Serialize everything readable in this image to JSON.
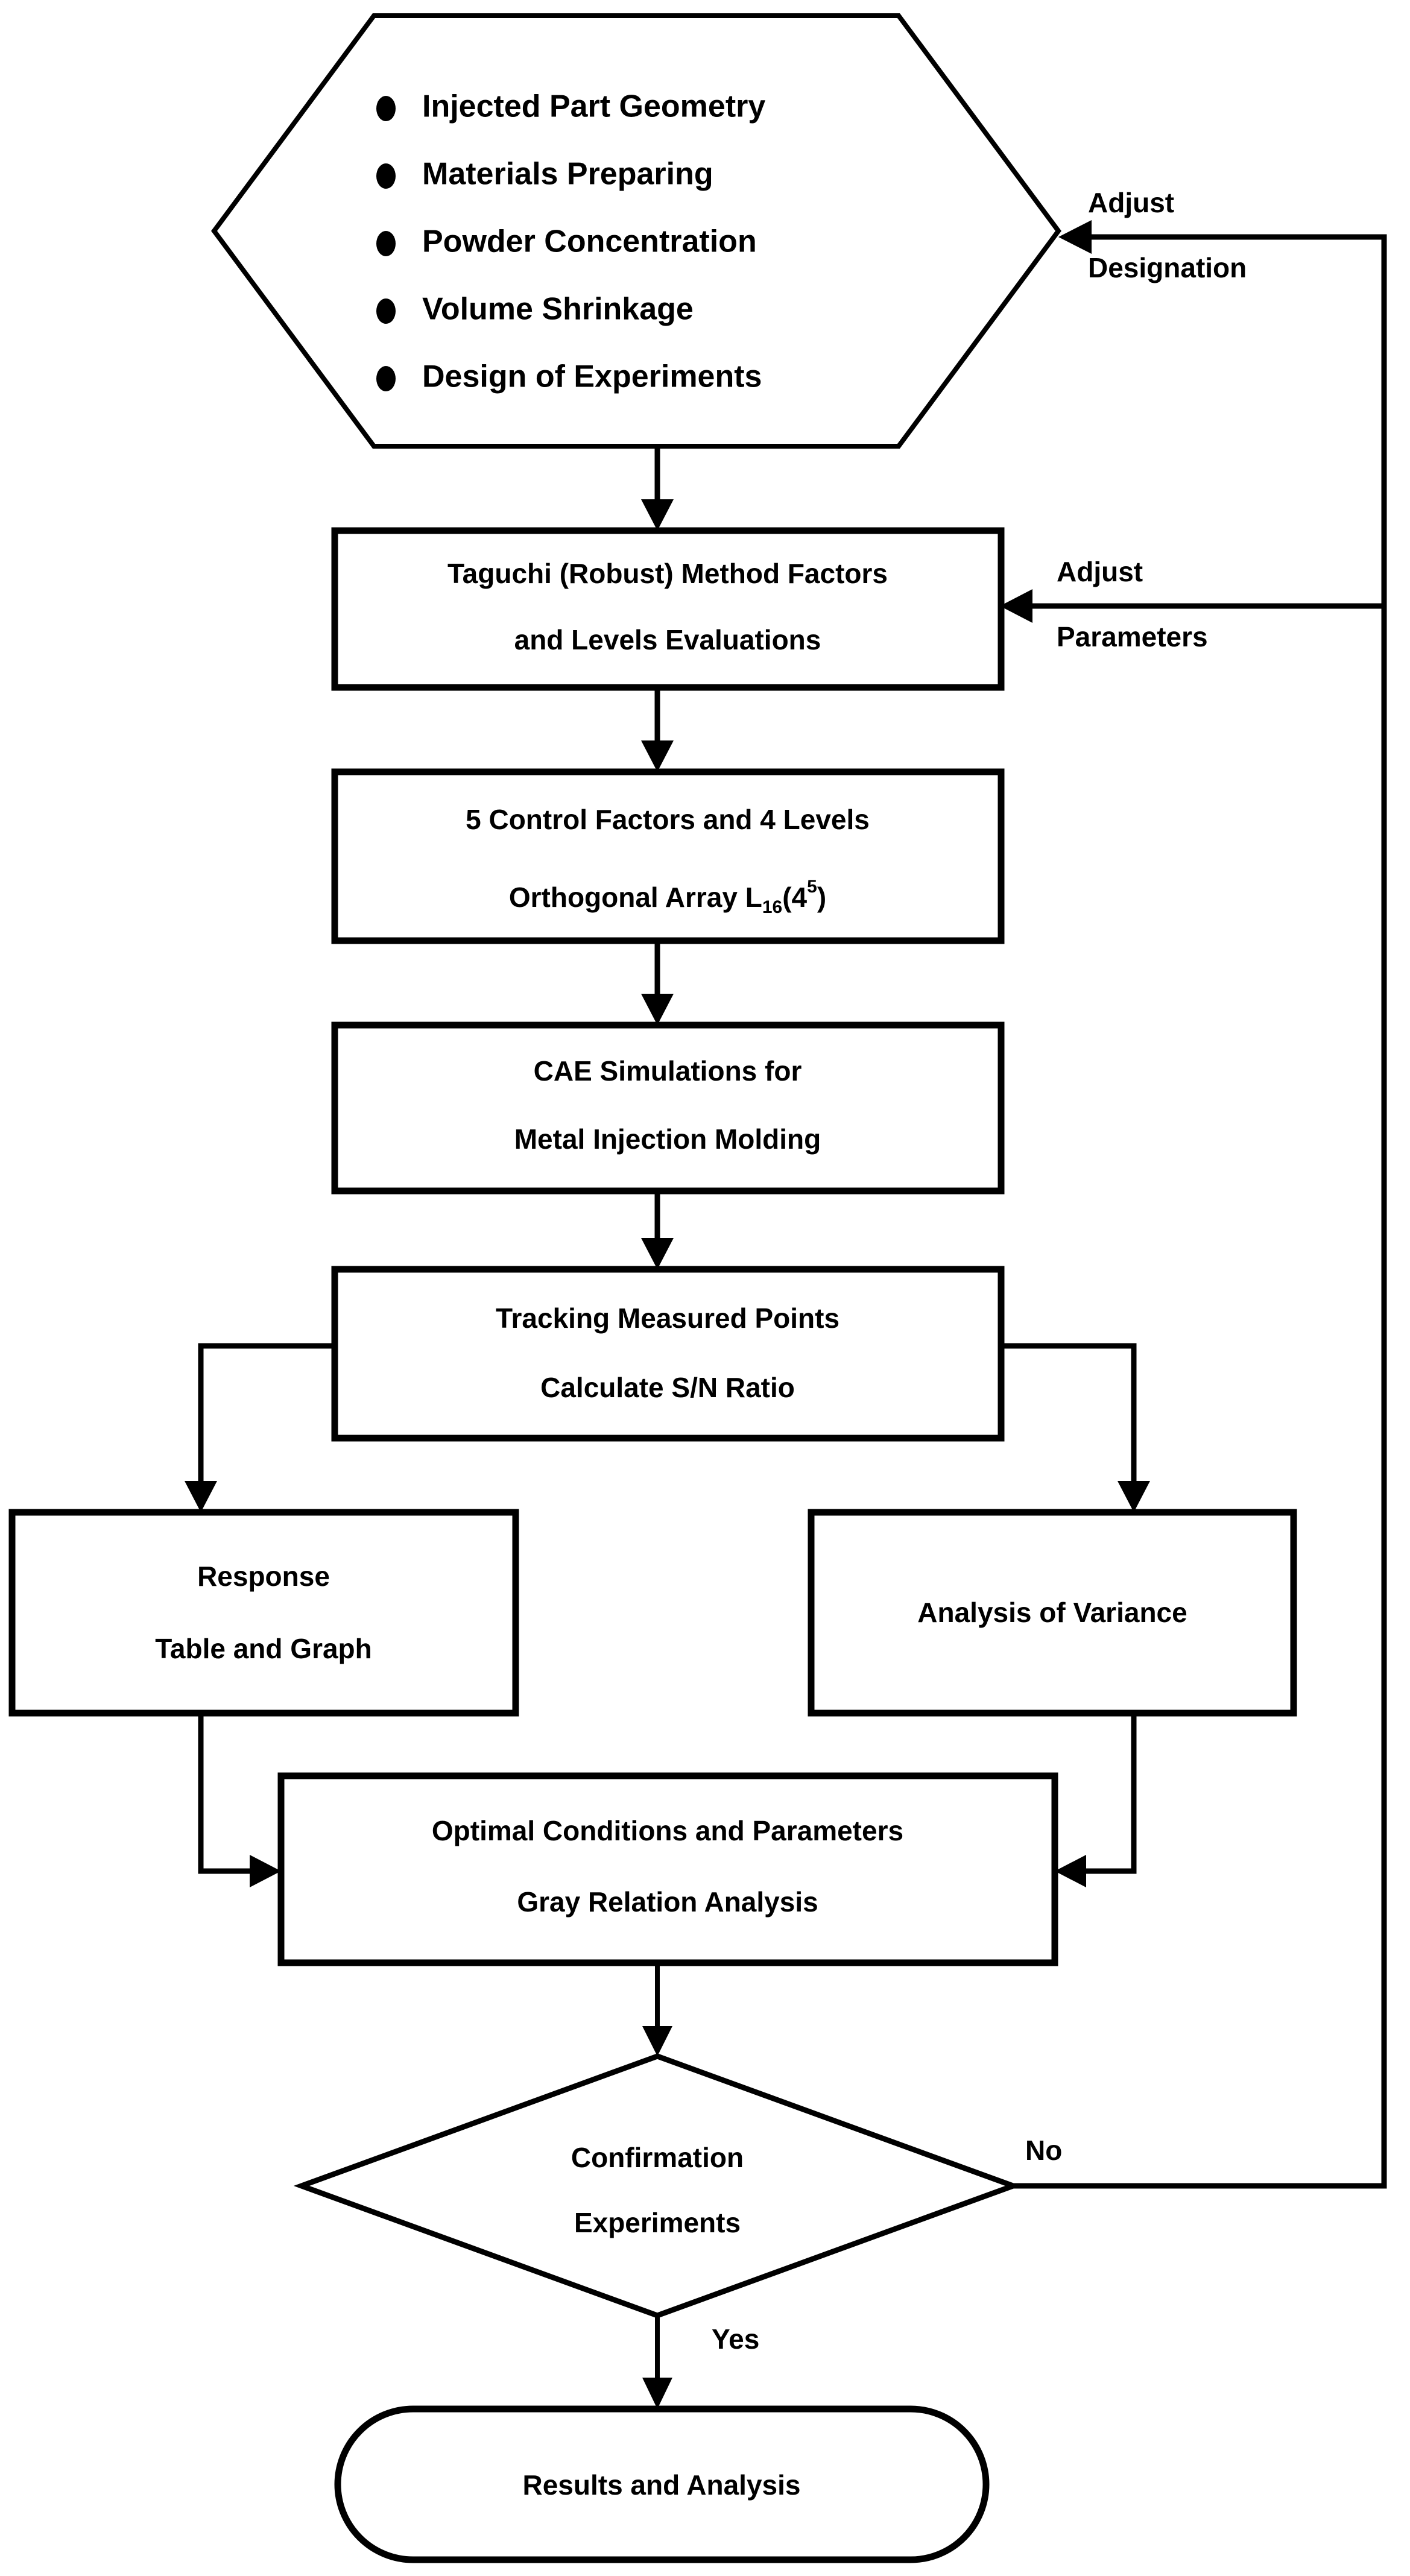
{
  "diagram": {
    "title": "Taguchi Robust Design Flowchart for Metal Injection Molding",
    "type": "flowchart",
    "background_color": "#ffffff",
    "line_color": "#000000",
    "text_color": "#000000"
  },
  "nodes": {
    "inputs": {
      "shape": "hexagon",
      "items": [
        "Injected Part Geometry",
        "Materials Preparing",
        "Powder Concentration",
        "Volume Shrinkage",
        "Design of Experiments"
      ]
    },
    "taguchi": {
      "shape": "rectangle",
      "line1": "Taguchi (Robust) Method Factors",
      "line2": "and Levels Evaluations"
    },
    "orthogonal_array": {
      "shape": "rectangle",
      "line1": "5 Control Factors and 4 Levels",
      "line2_prefix": "Orthogonal Array L",
      "line2_subscript": "16",
      "line2_mid": "(4",
      "line2_superscript": "5",
      "line2_suffix": ")"
    },
    "cae": {
      "shape": "rectangle",
      "line1": "CAE Simulations for",
      "line2": "Metal Injection Molding"
    },
    "tracking": {
      "shape": "rectangle",
      "line1": "Tracking Measured Points",
      "line2": "Calculate S/N Ratio"
    },
    "response": {
      "shape": "rectangle",
      "line1": "Response",
      "line2": "Table and Graph"
    },
    "anova": {
      "shape": "rectangle",
      "line1": "Analysis of Variance"
    },
    "optimal": {
      "shape": "rectangle",
      "line1": "Optimal Conditions and Parameters",
      "line2": "Gray Relation Analysis"
    },
    "confirmation": {
      "shape": "diamond",
      "line1": "Confirmation",
      "line2": "Experiments"
    },
    "results": {
      "shape": "rounded-terminal",
      "line1": "Results and Analysis"
    }
  },
  "edge_labels": {
    "adjust_designation_line1": "Adjust",
    "adjust_designation_line2": "Designation",
    "adjust_parameters_line1": "Adjust",
    "adjust_parameters_line2": "Parameters",
    "decision_no": "No",
    "decision_yes": "Yes"
  }
}
